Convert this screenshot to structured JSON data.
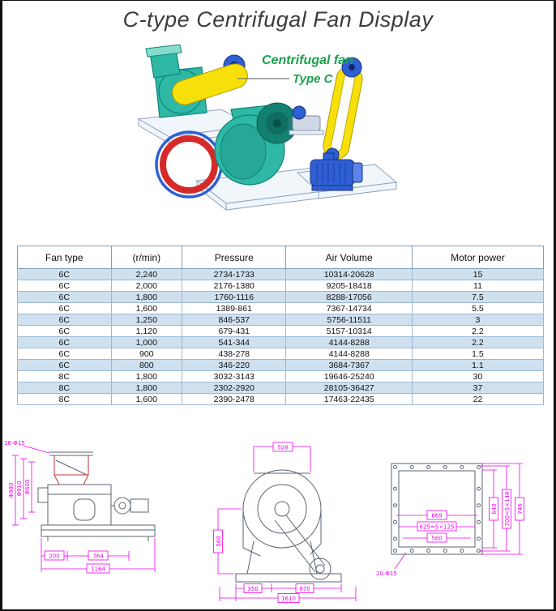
{
  "header": {
    "title": "C-type Centrifugal Fan Display"
  },
  "illustration": {
    "title": "Centrifugal fan",
    "subtitle": "Type C"
  },
  "table": {
    "headers": [
      "Fan type",
      "(r/min)",
      "Pressure",
      "Air Volume",
      "Motor power"
    ],
    "rows": [
      [
        "6C",
        "2,240",
        "2734-1733",
        "10314-20628",
        "15"
      ],
      [
        "6C",
        "2,000",
        "2176-1380",
        "9205-18418",
        "11"
      ],
      [
        "6C",
        "1,800",
        "1760-1116",
        "8288-17056",
        "7.5"
      ],
      [
        "6C",
        "1,600",
        "1389-861",
        "7367-14734",
        "5.5"
      ],
      [
        "6C",
        "1,250",
        "846-537",
        "5756-11511",
        "3"
      ],
      [
        "6C",
        "1,120",
        "679-431",
        "5157-10314",
        "2.2"
      ],
      [
        "6C",
        "1,000",
        "541-344",
        "4144-8288",
        "2.2"
      ],
      [
        "6C",
        "900",
        "438-278",
        "4144-8288",
        "1.5"
      ],
      [
        "6C",
        "800",
        "346-220",
        "3684-7367",
        "1.1"
      ],
      [
        "8C",
        "1,800",
        "3032-3143",
        "19646-25240",
        "30"
      ],
      [
        "8C",
        "1,800",
        "2302-2920",
        "28105-36427",
        "37"
      ],
      [
        "8C",
        "1,600",
        "2390-2478",
        "17463-22435",
        "22"
      ]
    ]
  },
  "drawings": {
    "side": {
      "labels": {
        "bolt": "16-Φ15",
        "d980": "Φ980",
        "d910": "Φ910",
        "d600": "Φ600",
        "b200": "200",
        "b764": "764",
        "b1164": "1164"
      }
    },
    "front": {
      "labels": {
        "t528": "528",
        "l560": "560",
        "b350": "350",
        "b970": "970",
        "b1610": "1610"
      }
    },
    "flange": {
      "labels": {
        "bolt": "20-Φ15",
        "w669": "669",
        "w625": "625=5×125",
        "w560": "560",
        "h640": "640",
        "h700": "700=5×140",
        "h746": "746"
      }
    }
  },
  "colors": {
    "accent_green": "#18a24b",
    "table_stripe": "#cfe0ee",
    "dimension_magenta": "#ee00ee",
    "fan_teal": "#2eb8a5",
    "motor_blue": "#2e5fd4",
    "inlet_red": "#d42a2a",
    "belt_yellow": "#f7df0a"
  }
}
